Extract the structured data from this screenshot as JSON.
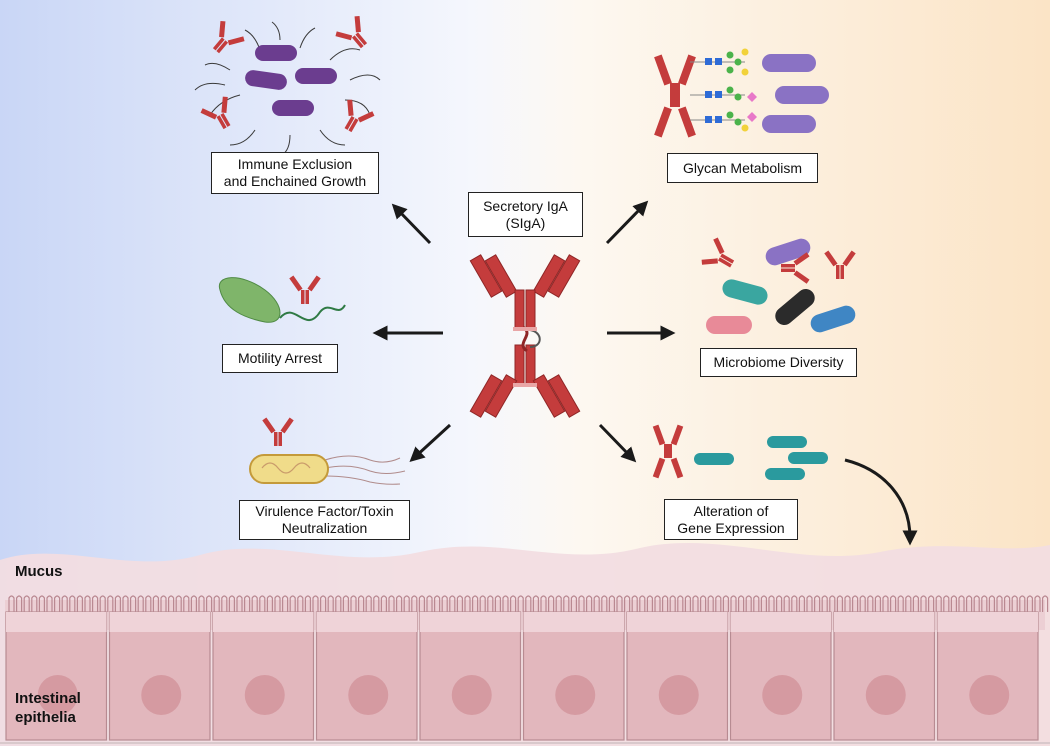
{
  "center": {
    "line1": "Secretory IgA",
    "line2": "(SIgA)"
  },
  "functions": {
    "immune_exclusion": {
      "line1": "Immune Exclusion",
      "line2": "and Enchained Growth"
    },
    "glycan": {
      "line1": "Glycan Metabolism"
    },
    "motility": {
      "line1": "Motility Arrest"
    },
    "microbiome": {
      "line1": "Microbiome Diversity"
    },
    "virulence": {
      "line1": "Virulence Factor/Toxin",
      "line2": "Neutralization"
    },
    "gene": {
      "line1": "Alteration of",
      "line2": "Gene Expression"
    }
  },
  "layers": {
    "mucus": "Mucus",
    "epithelia_line1": "Intestinal",
    "epithelia_line2": "epithelia"
  },
  "colors": {
    "antibody": "#c43c3c",
    "antibody_dark": "#8f2626",
    "purple_bacteria": "#6b3d8f",
    "lilac_bacteria": "#8a72c4",
    "green_bacterium": "#7fb56a",
    "yellow_bacterium": "#f0dc8a",
    "teal_bacteria": "#2a9a9e",
    "mucus": "#f2dde2",
    "epithelium": "#e2b7bd",
    "nucleus": "#d59aa1",
    "bg_left": "#cfdaf7",
    "bg_right": "#fbe7cd"
  }
}
